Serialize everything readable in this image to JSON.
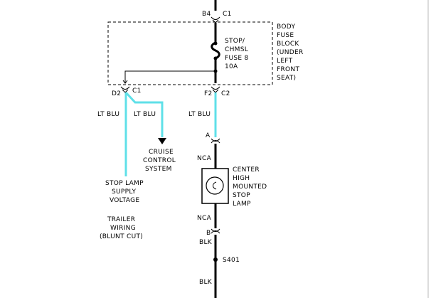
{
  "connector_top": {
    "pin": "B4",
    "name": "C1"
  },
  "fuse_block": [
    "BODY",
    "FUSE",
    "BLOCK",
    "(UNDER",
    "LEFT",
    "FRONT",
    "SEAT)"
  ],
  "fuse": [
    "STOP/",
    "CHMSL",
    "FUSE 8",
    "10A"
  ],
  "left_connector": {
    "pin": "D2",
    "name": "C1"
  },
  "right_connector": {
    "pin": "F2",
    "name": "C2"
  },
  "wire_labels": {
    "left_a": "LT BLU",
    "left_b": "LT BLU",
    "right": "LT BLU",
    "blk_b": "BLK",
    "blk_bottom": "BLK"
  },
  "cruise": [
    "CRUISE",
    "CONTROL",
    "SYSTEM"
  ],
  "stop_lamp": [
    "STOP LAMP",
    "SUPPLY",
    "VOLTAGE"
  ],
  "trailer": [
    "TRAILER",
    "WIRING",
    "(BLUNT CUT)"
  ],
  "conn_a": "A",
  "nca_top": "NCA",
  "nca_bottom": "NCA",
  "lamp": [
    "CENTER",
    "HIGH",
    "MOUNTED",
    "STOP",
    "LAMP"
  ],
  "conn_b": "B",
  "splice": "S401"
}
